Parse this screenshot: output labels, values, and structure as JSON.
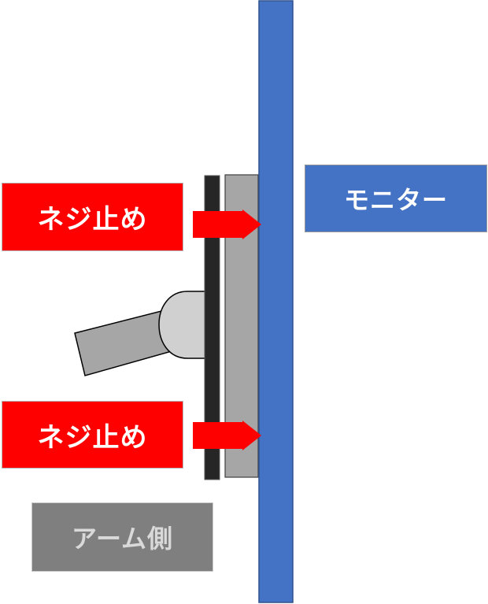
{
  "labels": {
    "screw_top": "ネジ止め",
    "screw_bottom": "ネジ止め",
    "monitor": "モニター",
    "arm_side": "アーム側"
  },
  "colors": {
    "screw_label_bg": "#ff0000",
    "monitor_label_bg": "#4472c4",
    "arm_label_bg": "#7f7f7f",
    "monitor_panel": "#4472c4",
    "plate": "#a6a6a6",
    "bracket": "#262626",
    "arm": "#a6a6a6",
    "arm_joint": "#d0d0d0",
    "arrow": "#ff0000"
  }
}
